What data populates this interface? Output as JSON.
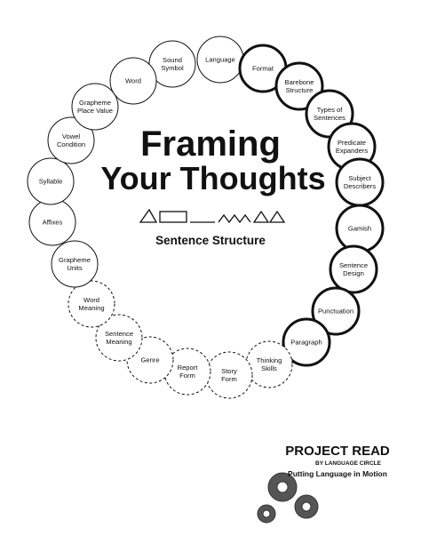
{
  "title": {
    "line1": "Framing",
    "line2": "Your Thoughts"
  },
  "subtitle": "Sentence Structure",
  "logo": {
    "name": "PROJECT READ",
    "by": "BY LANGUAGE CIRCLE",
    "tagline": "Putting Language in Motion"
  },
  "gears": [
    {
      "lines": [
        "Sound",
        "Symbol"
      ],
      "style": "light"
    },
    {
      "lines": [
        "Language"
      ],
      "style": "light"
    },
    {
      "lines": [
        "Format"
      ],
      "style": "bold"
    },
    {
      "lines": [
        "Barebone",
        "Structure"
      ],
      "style": "bold"
    },
    {
      "lines": [
        "Types of",
        "Sentences"
      ],
      "style": "bold"
    },
    {
      "lines": [
        "Predicate",
        "Expanders"
      ],
      "style": "bold"
    },
    {
      "lines": [
        "Subject",
        "Describers"
      ],
      "style": "bold"
    },
    {
      "lines": [
        "Gamish"
      ],
      "style": "bold"
    },
    {
      "lines": [
        "Sentence",
        "Design"
      ],
      "style": "bold"
    },
    {
      "lines": [
        "Punctuation"
      ],
      "style": "bold"
    },
    {
      "lines": [
        "Paragraph"
      ],
      "style": "bold"
    },
    {
      "lines": [
        "Thinking",
        "Skills"
      ],
      "style": "dashed"
    },
    {
      "lines": [
        "Story",
        "Form"
      ],
      "style": "dashed"
    },
    {
      "lines": [
        "Report",
        "Form"
      ],
      "style": "dashed"
    },
    {
      "lines": [
        "Genre"
      ],
      "style": "dashed"
    },
    {
      "lines": [
        "Sentence",
        "Meaning"
      ],
      "style": "dashed"
    },
    {
      "lines": [
        "Word",
        "Meaning"
      ],
      "style": "dashed"
    },
    {
      "lines": [
        "Grapheme",
        "Units"
      ],
      "style": "light"
    },
    {
      "lines": [
        "Affixes"
      ],
      "style": "light"
    },
    {
      "lines": [
        "Syllable"
      ],
      "style": "light"
    },
    {
      "lines": [
        "Vowel",
        "Condition"
      ],
      "style": "light"
    },
    {
      "lines": [
        "Grapheme",
        "Place Value"
      ],
      "style": "light"
    },
    {
      "lines": [
        "Word"
      ],
      "style": "light"
    }
  ]
}
